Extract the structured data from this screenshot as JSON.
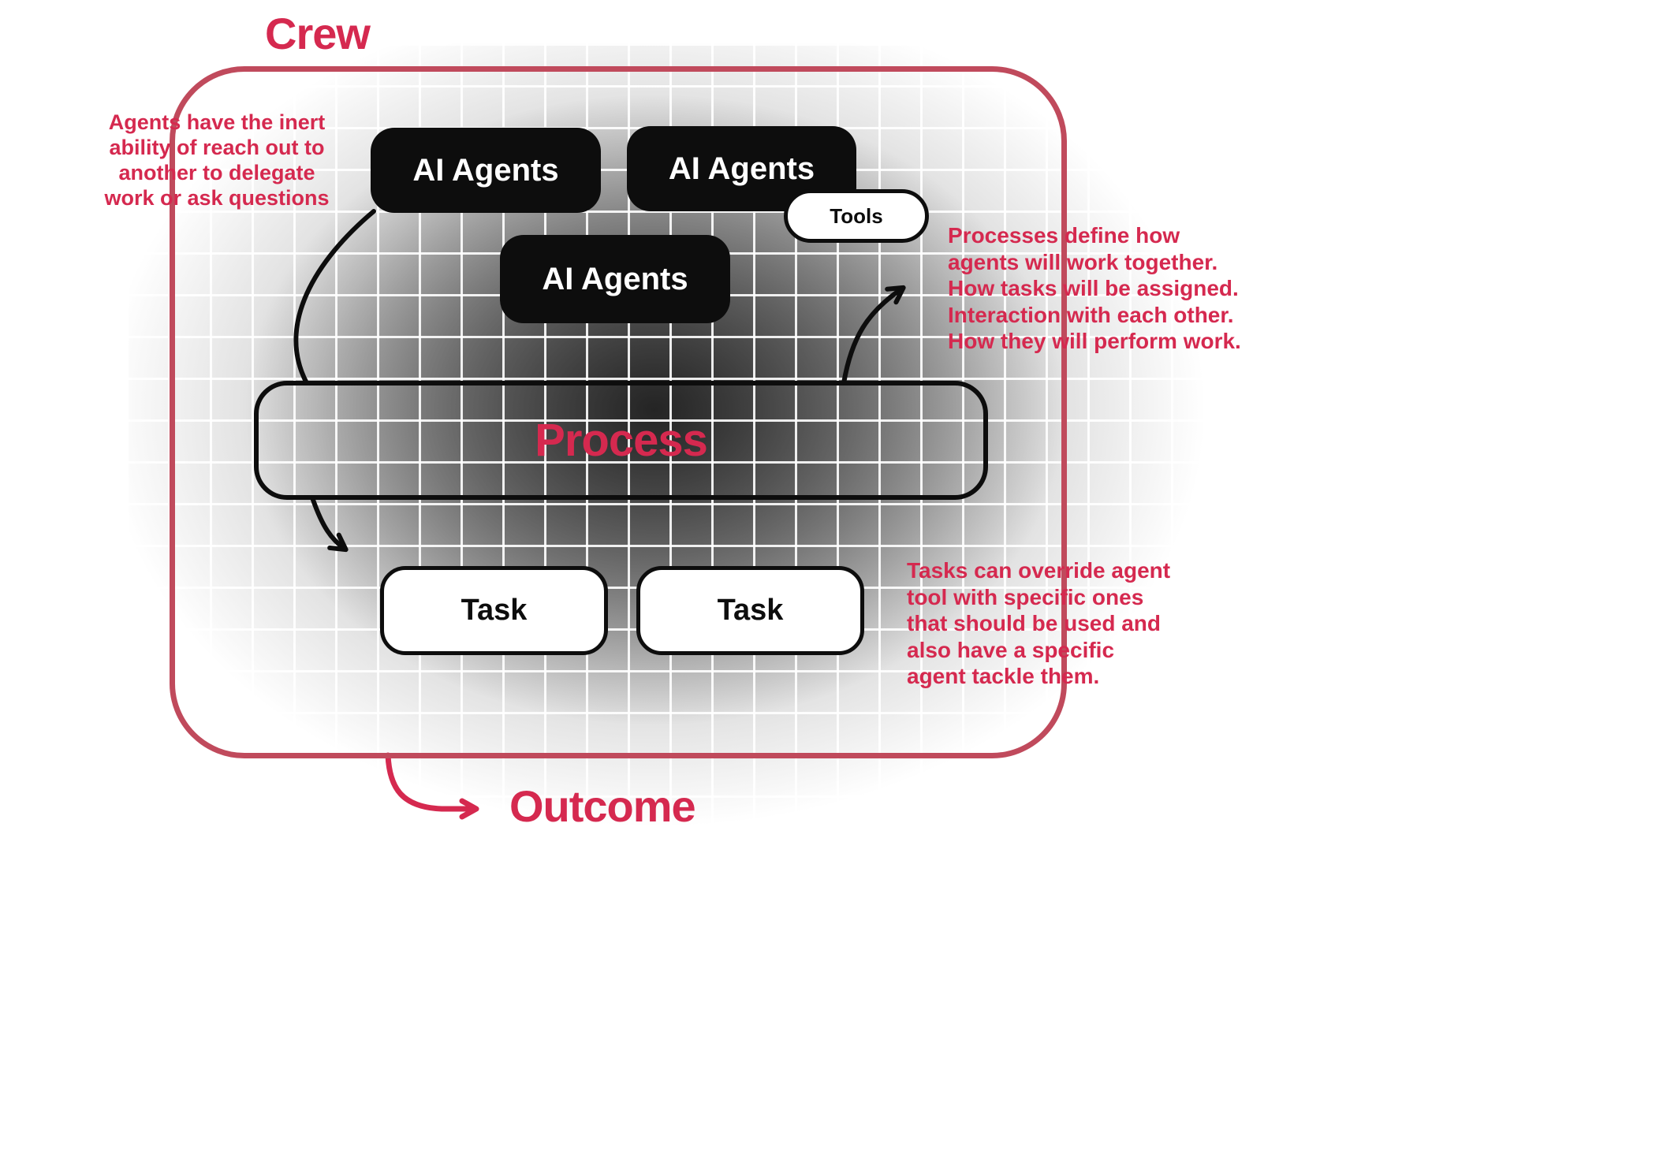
{
  "colors": {
    "accent": "#d5294f",
    "frame": "#c04a5c",
    "box_black": "#0d0d0d",
    "box_white": "#ffffff"
  },
  "frame": {
    "title": "Crew"
  },
  "agent_boxes": [
    {
      "label": "AI Agents"
    },
    {
      "label": "AI Agents"
    },
    {
      "label": "AI Agents"
    }
  ],
  "tools_badge": {
    "label": "Tools"
  },
  "process_bar": {
    "label": "Process"
  },
  "task_boxes": [
    {
      "label": "Task"
    },
    {
      "label": "Task"
    }
  ],
  "annotations": {
    "agents_note": "Agents have the inert ability of reach out to another to delegate work or ask questions",
    "process_note": "Processes define how agents will work together. How tasks will be assigned. Interaction with each other. How they will perform work.",
    "tasks_note": "Tasks can override agent tool with specific ones that should be used and also have a specific agent tackle them."
  },
  "outcome": {
    "label": "Outcome"
  }
}
